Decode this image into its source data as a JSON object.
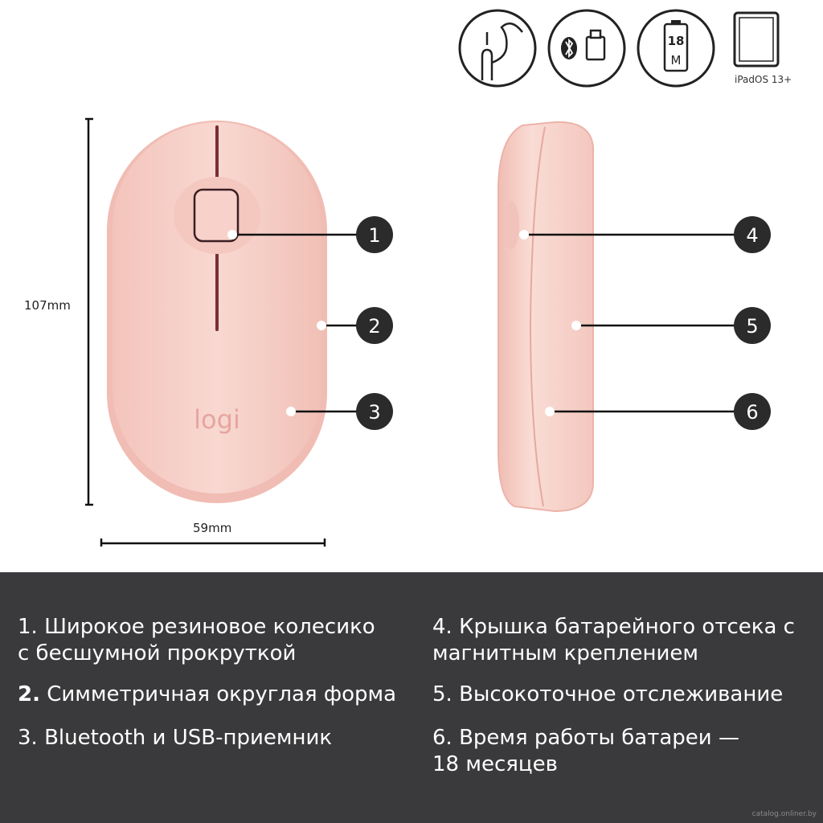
{
  "header_icons": [
    {
      "name": "silent-click-icon"
    },
    {
      "name": "bluetooth-usb-icon"
    },
    {
      "name": "battery-icon",
      "battery_value": "18",
      "battery_unit": "M"
    },
    {
      "name": "tablet-icon",
      "label": "iPadOS 13+"
    }
  ],
  "dimensions": {
    "height": "107mm",
    "width": "59mm"
  },
  "logo": "logi",
  "callouts": [
    "1",
    "2",
    "3",
    "4",
    "5",
    "6"
  ],
  "features": [
    {
      "line1": "1. Широкое резиновое колесико",
      "line2": "с бесшумной прокруткой"
    },
    {
      "num": "2.",
      "text": " Симметричная округлая форма"
    },
    {
      "line1": "3. Bluetooth и USB-приемник"
    },
    {
      "line1": "4. Крышка батарейного отсека с",
      "line2": "магнитным креплением"
    },
    {
      "line1": "5. Высокоточное отслеживание"
    },
    {
      "line1": "6. Время работы батареи —",
      "line2": "18 месяцев"
    }
  ],
  "watermark": "catalog.onliner.by",
  "colors": {
    "mouse_body": "#f6d2cb",
    "mouse_edge": "#efb9b0",
    "panel_bg": "#3a3a3c",
    "badge": "#2b2b2b"
  }
}
